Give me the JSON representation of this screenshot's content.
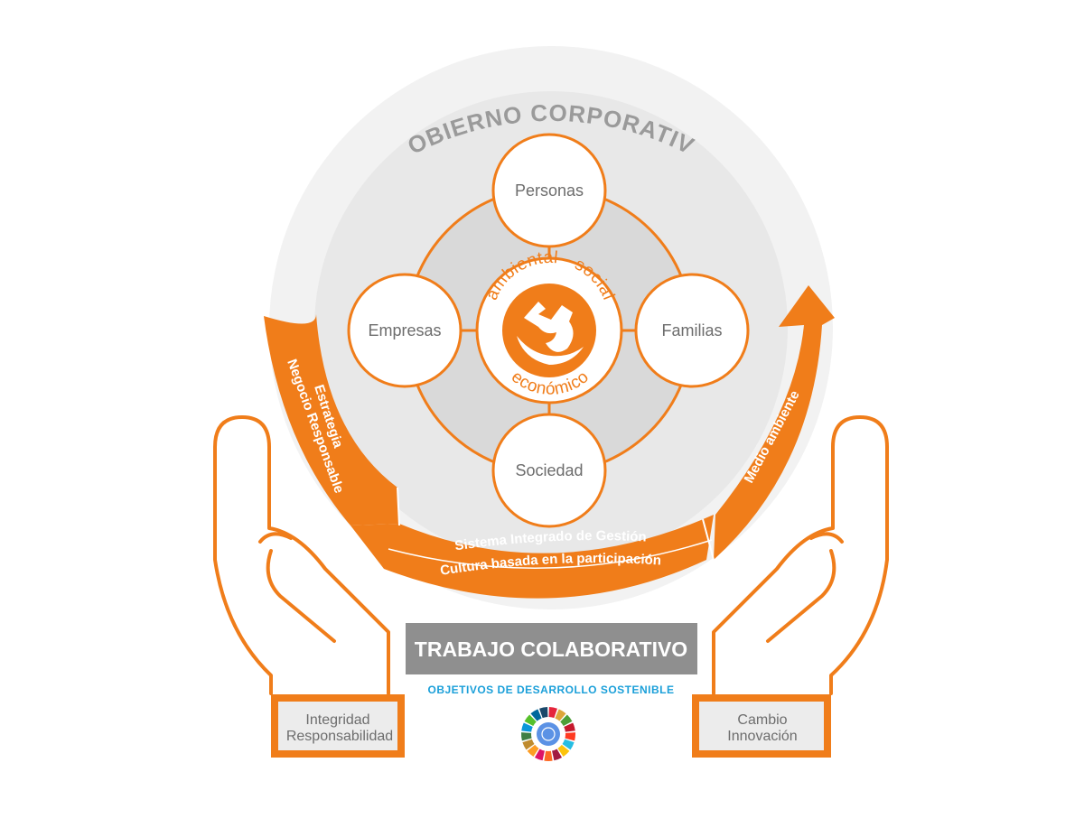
{
  "governance": {
    "label": "GOBIERNO CORPORATIVO"
  },
  "nodes": {
    "top": "Personas",
    "left": "Empresas",
    "right": "Familias",
    "bottom": "Sociedad"
  },
  "core": {
    "top_arc": "ambiental - social",
    "bottom_arc": "económico"
  },
  "bands": {
    "left_line1": "Estrategia",
    "left_line2": "Negocio Responsable",
    "right": "Medio ambiente",
    "bottom_line1": "Sistema Integrado de Gestión",
    "bottom_line2": "Cultura basada en la participación"
  },
  "banner": {
    "label": "TRABAJO COLABORATIVO"
  },
  "ods": {
    "label": "OBJETIVOS DE DESARROLLO SOSTENIBLE"
  },
  "left_box": {
    "line1": "Integridad",
    "line2": "Responsabilidad"
  },
  "right_box": {
    "line1": "Cambio",
    "line2": "Innovación"
  },
  "colors": {
    "accent": "#f07d1a",
    "outer_ring": "#f2f2f2",
    "inner_ring": "#e3e3e3",
    "core_disc": "#d6d6d6",
    "banner": "#8f8f8f",
    "box_fill": "#ececec",
    "text": "#6d6d6d",
    "ods_text": "#1a9fd9"
  }
}
